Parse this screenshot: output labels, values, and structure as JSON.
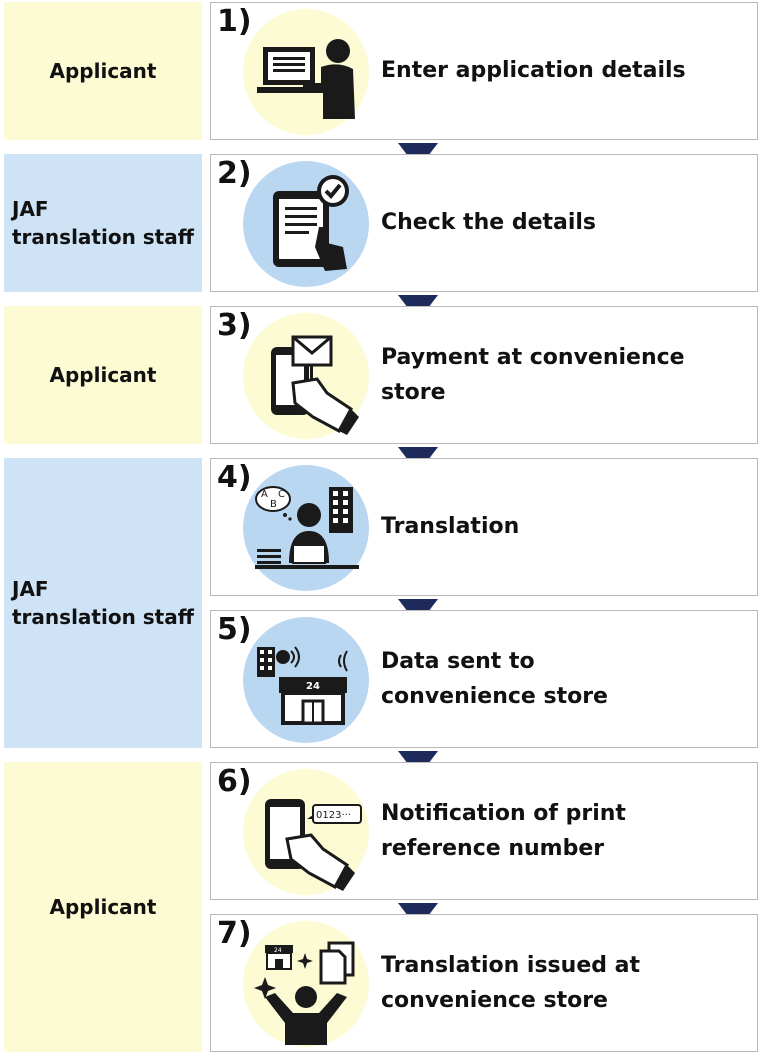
{
  "actors": [
    {
      "label": "Applicant"
    },
    {
      "label": "JAF\ntranslation staff"
    },
    {
      "label": "Applicant"
    },
    {
      "label": "JAF\ntranslation staff"
    },
    {
      "label": "Applicant"
    }
  ],
  "steps": [
    {
      "number": "1)",
      "label": "Enter application details",
      "icon": "computer-user-icon"
    },
    {
      "number": "2)",
      "label": "Check the details",
      "icon": "tablet-check-icon"
    },
    {
      "number": "3)",
      "label": "Payment at convenience store",
      "icon": "phone-payment-icon"
    },
    {
      "number": "4)",
      "label": "Translation",
      "icon": "translator-icon"
    },
    {
      "number": "5)",
      "label": "Data sent to\nconvenience store",
      "icon": "convenience-store-icon"
    },
    {
      "number": "6)",
      "label": "Notification of print\nreference number",
      "icon": "phone-notification-icon"
    },
    {
      "number": "7)",
      "label": "Translation issued at\nconvenience store",
      "icon": "celebration-document-icon"
    }
  ],
  "colors": {
    "applicant_bg": "#fdfbd3",
    "staff_bg": "#cfe3f7",
    "arrow": "#1f2a5c",
    "icon": "#1a1a1a"
  }
}
